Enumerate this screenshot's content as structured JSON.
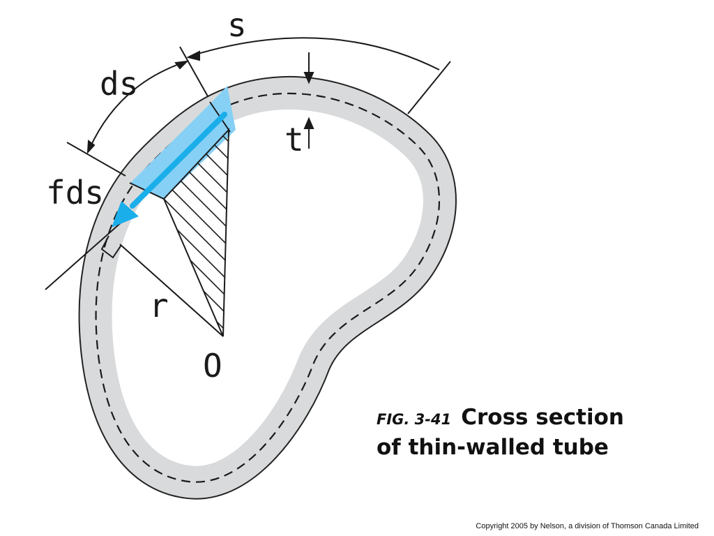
{
  "labels": {
    "s": "s",
    "ds": "ds",
    "t": "t",
    "fds": "fds",
    "r": "r",
    "origin": "O"
  },
  "caption": {
    "fig_number": "FIG. 3-41",
    "title_line1": "Cross section",
    "title_line2": "of thin-walled tube"
  },
  "copyright": "Copyright 2005 by Nelson, a division of Thomson Canada Limited",
  "colors": {
    "tube_fill": "#d9dadb",
    "tube_outline": "#222222",
    "highlight": "#86d0f5",
    "arrow_blue": "#1aaeea",
    "ink": "#1a1a1a"
  }
}
